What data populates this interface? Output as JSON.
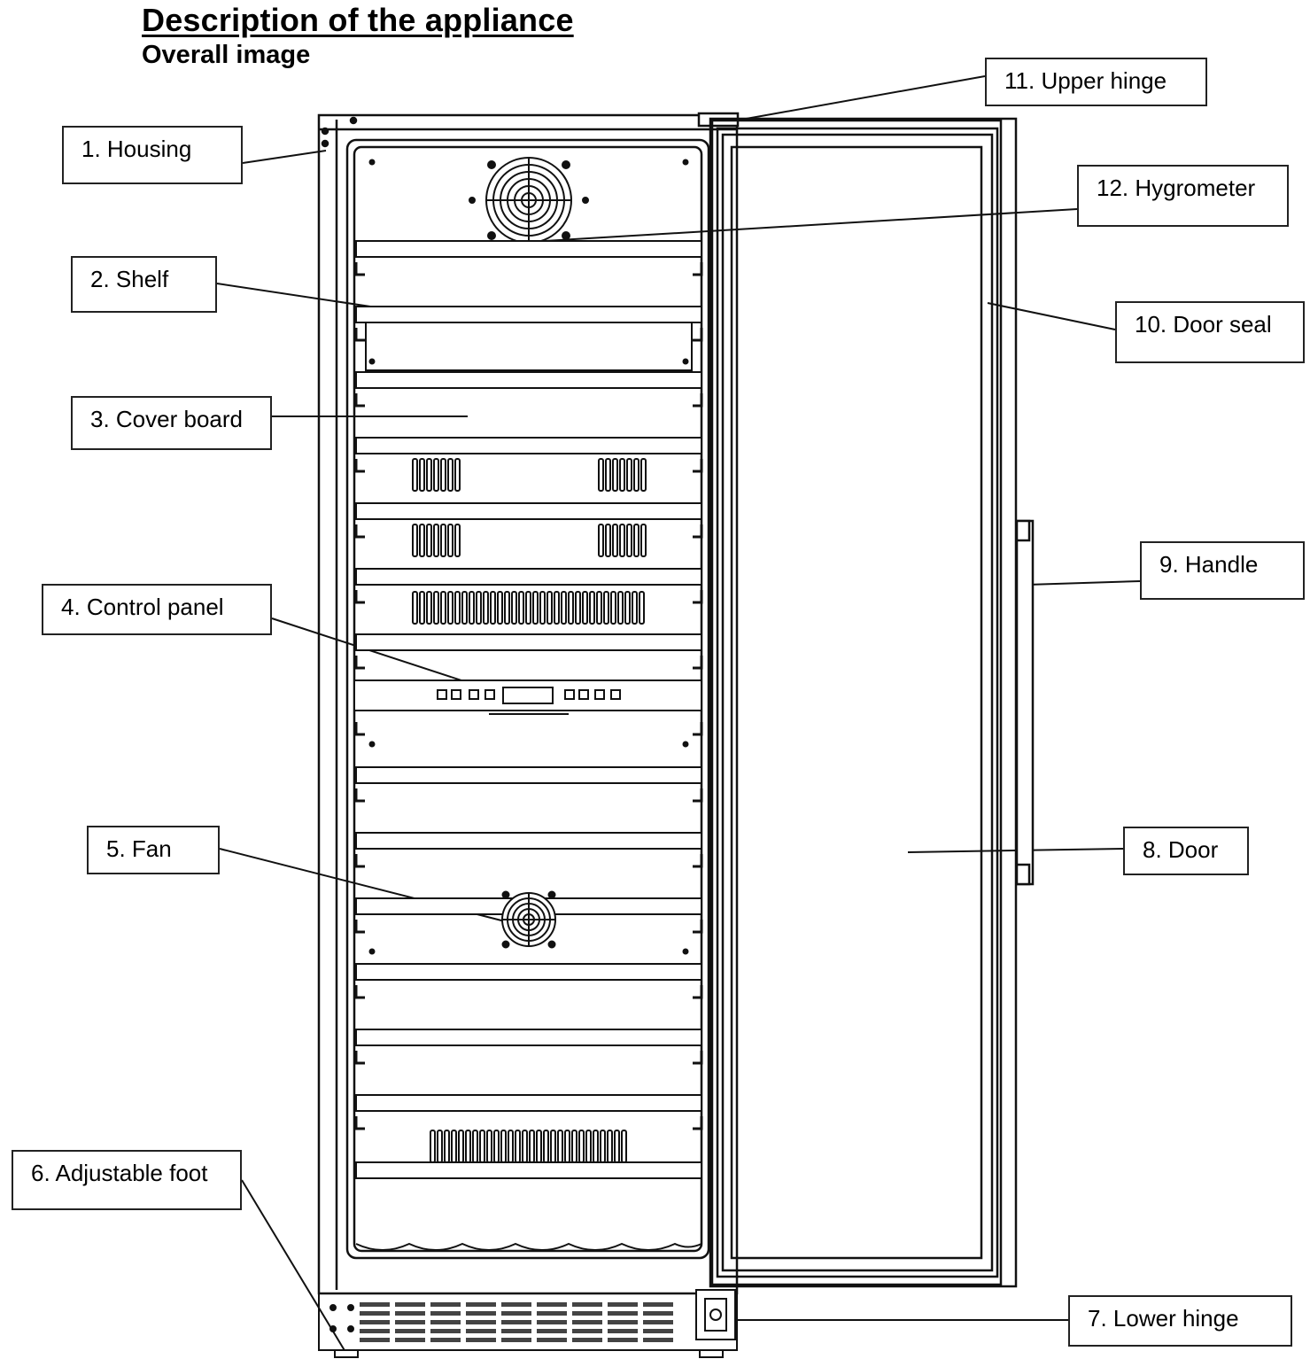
{
  "heading": {
    "title": "Description of the appliance",
    "subtitle": "Overall image"
  },
  "labels": {
    "housing": "1. Housing",
    "shelf": "2. Shelf",
    "cover_board": "3. Cover board",
    "control_panel": "4. Control panel",
    "fan": "5. Fan",
    "adjustable_foot": "6. Adjustable foot",
    "lower_hinge": "7. Lower hinge",
    "door": "8. Door",
    "handle": "9. Handle",
    "door_seal": "10. Door seal",
    "upper_hinge": "11. Upper hinge",
    "hygrometer": "12. Hygrometer"
  },
  "colors": {
    "line": "#111111",
    "background": "#ffffff",
    "detail": "#555555"
  }
}
